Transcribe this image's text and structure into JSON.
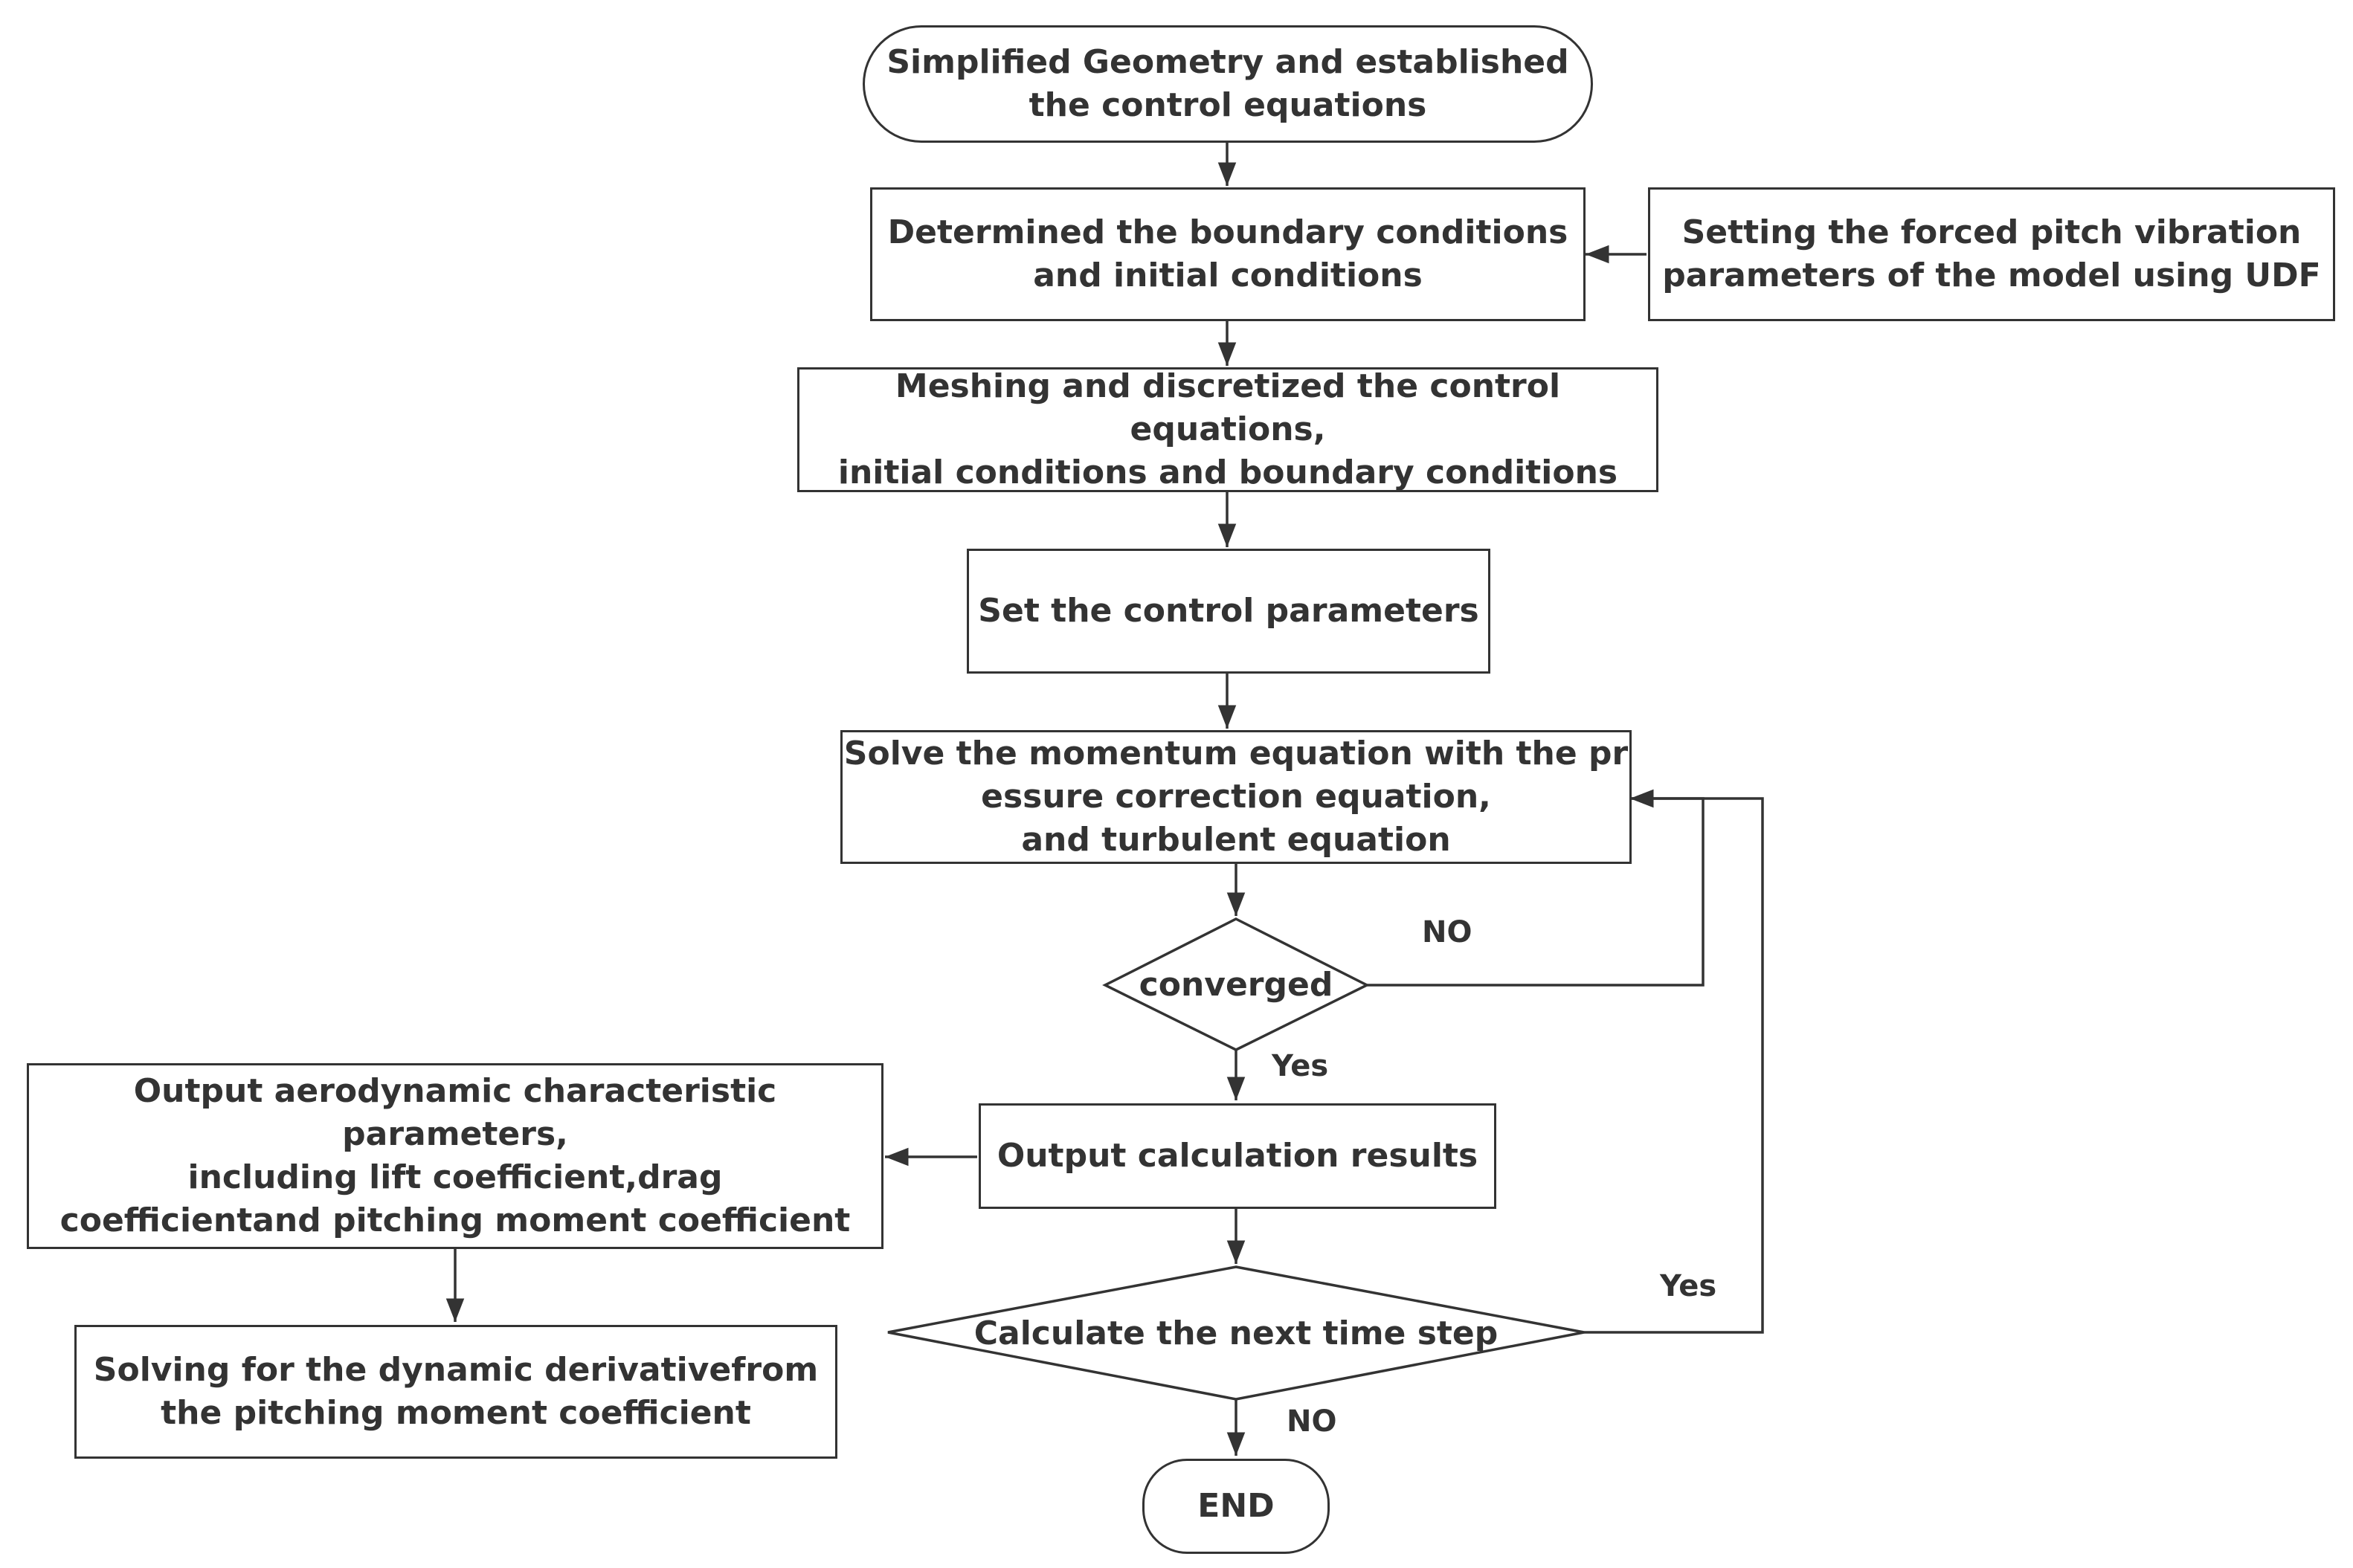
{
  "nodes": {
    "start": "Simplified Geometry and established\nthe control equations",
    "boundary": "Determined the boundary conditions\nand initial conditions",
    "udf": "Setting the forced pitch vibration\nparameters of the model using UDF",
    "meshing": "Meshing and discretized the control equations,\ninitial conditions and boundary conditions",
    "control_params": "Set the control parameters",
    "solve": "Solve the momentum equation with the pr\nessure correction equation,\nand turbulent equation",
    "converged": "converged",
    "output_results": "Output calculation results",
    "aero_params": "Output aerodynamic characteristic parameters,\nincluding lift coefficient,drag\ncoefficientand pitching moment coefficient",
    "dynamic_derivative": "Solving for the dynamic derivativefrom\nthe pitching moment coefficient",
    "next_step": "Calculate the next time step",
    "end": "END"
  },
  "edge_labels": {
    "converged_no": "NO",
    "converged_yes": "Yes",
    "next_step_yes": "Yes",
    "next_step_no": "NO"
  },
  "colors": {
    "stroke": "#333333",
    "text": "#333333",
    "background": "#ffffff"
  }
}
